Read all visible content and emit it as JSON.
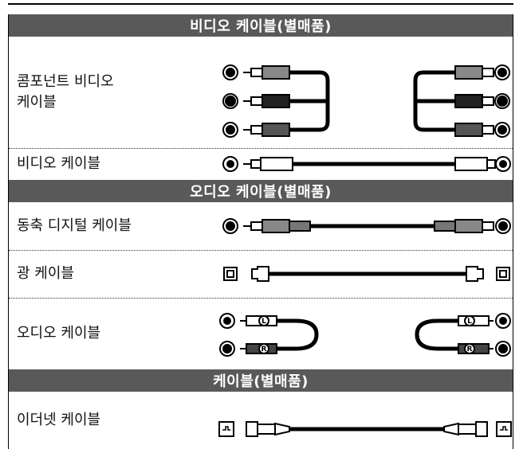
{
  "sections": {
    "video": {
      "title": "비디오 케이블(별매품)"
    },
    "audio": {
      "title": "오디오 케이블(별매품)"
    },
    "cable": {
      "title": "케이블(별매품)"
    }
  },
  "rows": {
    "component": {
      "label": "콤포넌트 비디오\n케이블",
      "icon": "component-video-cable-icon"
    },
    "video": {
      "label": "비디오 케이블",
      "icon": "video-cable-icon"
    },
    "coax": {
      "label": "동축 디지털 케이블",
      "icon": "coaxial-digital-cable-icon"
    },
    "optical": {
      "label": "광 케이블",
      "icon": "optical-cable-icon"
    },
    "audio": {
      "label": "오디오 케이블",
      "icon": "audio-cable-icon"
    },
    "ethernet": {
      "label": "이더넷 케이블",
      "icon": "ethernet-cable-icon"
    }
  },
  "plug_marks": {
    "left": "L",
    "right": "R"
  },
  "colors": {
    "header_bg": "#595959",
    "header_text": "#ffffff",
    "ink": "#000000"
  }
}
